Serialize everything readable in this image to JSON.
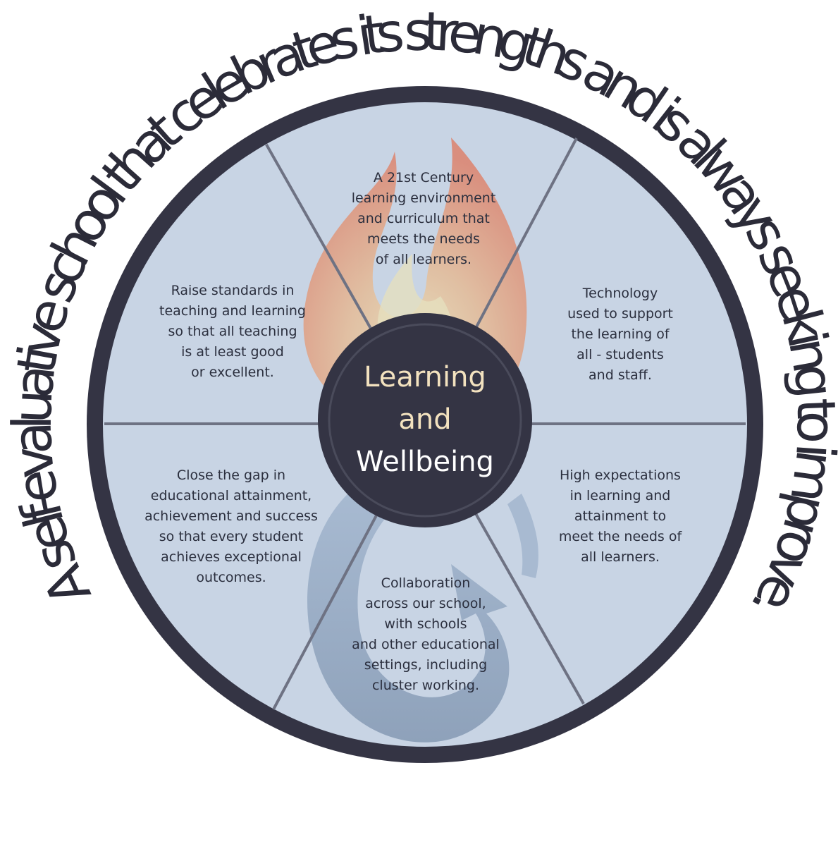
{
  "ring_text": "A self-evaluative school that celebrates its strengths and is always seeking to improve.",
  "center": {
    "line1": "Learning",
    "line2": "and",
    "line3": "Wellbeing"
  },
  "segments": [
    {
      "id": "top",
      "text": "A 21st Century\nlearning environment\nand curriculum that\nmeets the needs\nof all learners."
    },
    {
      "id": "upper-right",
      "text": "Technology\nused to support\nthe learning of\nall - students\nand staff."
    },
    {
      "id": "lower-right",
      "text": "High expectations\nin learning and\nattainment to\nmeet the needs of\nall learners."
    },
    {
      "id": "bottom",
      "text": "Collaboration\nacross our school,\nwith schools\nand other educational\nsettings, including\ncluster working."
    },
    {
      "id": "lower-left",
      "text": "Close the gap in\neducational attainment,\nachievement and success\nso that every student\nachieves exceptional\noutcomes."
    },
    {
      "id": "upper-left",
      "text": "Raise standards in\nteaching and learning\nso that all teaching\nis at least good\nor excellent."
    }
  ],
  "colors": {
    "ring": "#343444",
    "segment_fill": "#c8d4e4",
    "divider": "#6e7283",
    "hub": "#343444",
    "flame_orange": "#e8744a",
    "flame_yellow": "#f3d99a",
    "swirl_blue": "#7c95b5",
    "text_dark": "#2b2f3e"
  }
}
